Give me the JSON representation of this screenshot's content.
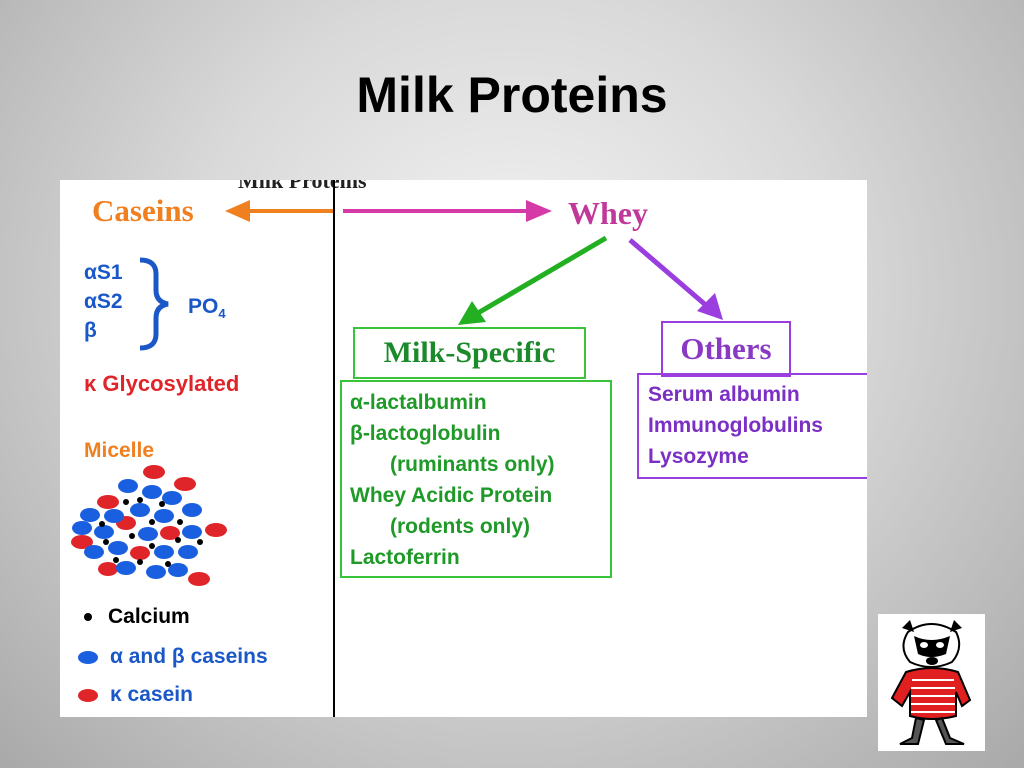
{
  "title": "Milk Proteins",
  "diagram": {
    "cut_header_text": "Milk Proteins",
    "caseins": {
      "label": "Caseins",
      "types": [
        "αS1",
        "αS2",
        "β"
      ],
      "phosphate_label": "PO",
      "phosphate_sub": "4",
      "kappa": "κ  Glycosylated",
      "micelle_label": "Micelle",
      "legend": [
        {
          "symbol": "black-dot",
          "text": "Calcium"
        },
        {
          "symbol": "blue-oval",
          "text": "α and β caseins"
        },
        {
          "symbol": "red-oval",
          "text": "κ casein"
        }
      ]
    },
    "whey": {
      "label": "Whey",
      "milk_specific": {
        "title": "Milk-Specific",
        "items": [
          {
            "text": "α-lactalbumin",
            "indent": false
          },
          {
            "text": "β-lactoglobulin",
            "indent": false
          },
          {
            "text": "(ruminants only)",
            "indent": true
          },
          {
            "text": "Whey Acidic Protein",
            "indent": false
          },
          {
            "text": "(rodents only)",
            "indent": true
          },
          {
            "text": "Lactoferrin",
            "indent": false
          }
        ]
      },
      "others": {
        "title": "Others",
        "items": [
          "Serum albumin",
          "Immunoglobulins",
          "Lysozyme"
        ]
      }
    }
  },
  "colors": {
    "caseins": "#f07f1f",
    "whey": "#c0399a",
    "casein_types": "#1a58c8",
    "kappa": "#e0252a",
    "milk_specific": "#1f9a28",
    "others": "#8a39c4",
    "micelle_blue": "#1a5fe0",
    "micelle_red": "#e0252a"
  }
}
